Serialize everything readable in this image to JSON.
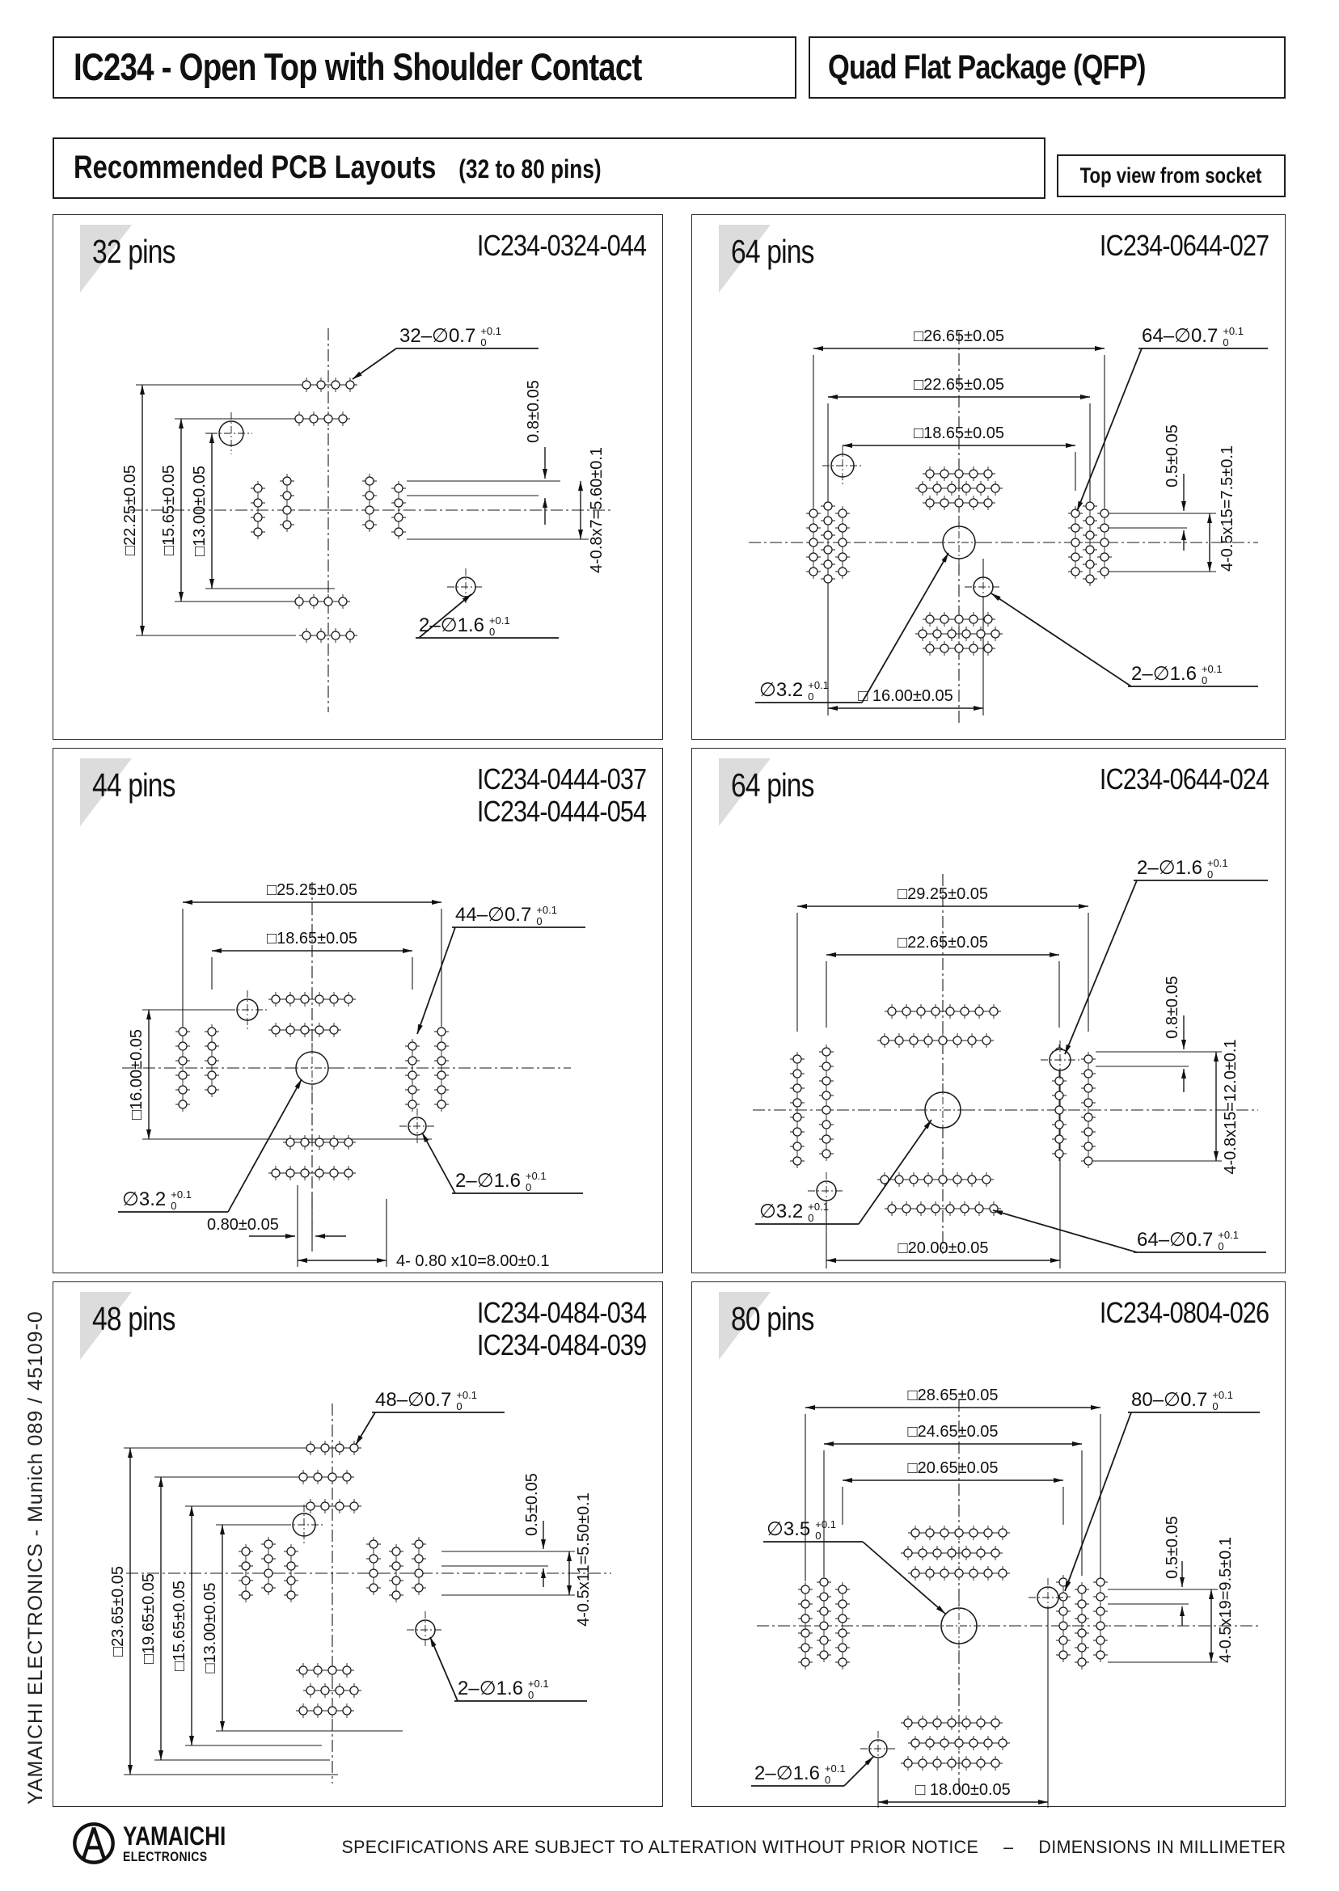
{
  "header": {
    "title": "IC234 - Open Top with Shoulder Contact",
    "package": "Quad Flat Package (QFP)",
    "subtitle": "Recommended PCB Layouts",
    "subtitle_range": "(32 to 80 pins)",
    "view_note": "Top view from socket"
  },
  "sidebar_text": "YAMAICHI ELECTRONICS   -   Munich 089 / 45109-0",
  "footer": {
    "logo_top": "YAMAICHI",
    "logo_bottom": "ELECTRONICS",
    "note": "SPECIFICATIONS ARE SUBJECT TO ALTERATION WITHOUT PRIOR NOTICE",
    "separator": "–",
    "units": "DIMENSIONS IN MILLIMETER"
  },
  "panels": [
    {
      "pins": "32 pins",
      "parts": [
        "IC234-0324-044"
      ],
      "dims": {
        "outer": "□22.25±0.05",
        "mid": "□15.65±0.05",
        "inner": "□13.00±0.05",
        "pitch": "0.8±0.05",
        "row_span": "4-0.8x7=5.60±0.1"
      },
      "leaders": {
        "pads": {
          "t": "32–∅0.7",
          "p": "+0.1",
          "m": "0"
        },
        "fiducial": {
          "t": "2–∅1.6",
          "p": "+0.1",
          "m": "0"
        }
      }
    },
    {
      "pins": "64 pins",
      "parts": [
        "IC234-0644-027"
      ],
      "dims": {
        "outer": "□26.65±0.05",
        "mid": "□22.65±0.05",
        "inner": "□18.65±0.05",
        "bottom": "□ 16.00±0.05",
        "pitch": "0.5±0.05",
        "row_span": "4-0.5x15=7.5±0.1"
      },
      "leaders": {
        "pads": {
          "t": "64–∅0.7",
          "p": "+0.1",
          "m": "0"
        },
        "center": {
          "t": "∅3.2",
          "p": "+0.1",
          "m": "0"
        },
        "fiducial": {
          "t": "2–∅1.6",
          "p": "+0.1",
          "m": "0"
        }
      }
    },
    {
      "pins": "44 pins",
      "parts": [
        "IC234-0444-037",
        "IC234-0444-054"
      ],
      "dims": {
        "outer": "□25.25±0.05",
        "inner": "□18.65±0.05",
        "left": "□16.00±0.05",
        "pitch": "0.80±0.05",
        "row_span": "4- 0.80 x10=8.00±0.1"
      },
      "leaders": {
        "pads": {
          "t": "44–∅0.7",
          "p": "+0.1",
          "m": "0"
        },
        "center": {
          "t": "∅3.2",
          "p": "+0.1",
          "m": "0"
        },
        "fiducial": {
          "t": "2–∅1.6",
          "p": "+0.1",
          "m": "0"
        }
      }
    },
    {
      "pins": "64 pins",
      "parts": [
        "IC234-0644-024"
      ],
      "dims": {
        "outer": "□29.25±0.05",
        "inner": "□22.65±0.05",
        "bottom": "□20.00±0.05",
        "pitch": "0.8±0.05",
        "row_span": "4-0.8x15=12.0±0.1"
      },
      "leaders": {
        "fiducial": {
          "t": "2–∅1.6",
          "p": "+0.1",
          "m": "0"
        },
        "center": {
          "t": "∅3.2",
          "p": "+0.1",
          "m": "0"
        },
        "pads": {
          "t": "64–∅0.7",
          "p": "+0.1",
          "m": "0"
        }
      }
    },
    {
      "pins": "48 pins",
      "parts": [
        "IC234-0484-034",
        "IC234-0484-039"
      ],
      "dims": {
        "d1": "□23.65±0.05",
        "d2": "□19.65±0.05",
        "d3": "□15.65±0.05",
        "d4": "□13.00±0.05",
        "pitch": "0.5±0.05",
        "row_span": "4-0.5x11=5.50±0.1"
      },
      "leaders": {
        "pads": {
          "t": "48–∅0.7",
          "p": "+0.1",
          "m": "0"
        },
        "fiducial": {
          "t": "2–∅1.6",
          "p": "+0.1",
          "m": "0"
        }
      }
    },
    {
      "pins": "80 pins",
      "parts": [
        "IC234-0804-026"
      ],
      "dims": {
        "outer": "□28.65±0.05",
        "mid": "□24.65±0.05",
        "inner": "□20.65±0.05",
        "bottom": "□ 18.00±0.05",
        "pitch": "0.5±0.05",
        "row_span": "4-0.5x19=9.5±0.1"
      },
      "leaders": {
        "pads": {
          "t": "80–∅0.7",
          "p": "+0.1",
          "m": "0"
        },
        "center": {
          "t": "∅3.5",
          "p": "+0.1",
          "m": "0"
        },
        "fiducial": {
          "t": "2–∅1.6",
          "p": "+0.1",
          "m": "0"
        }
      }
    }
  ]
}
